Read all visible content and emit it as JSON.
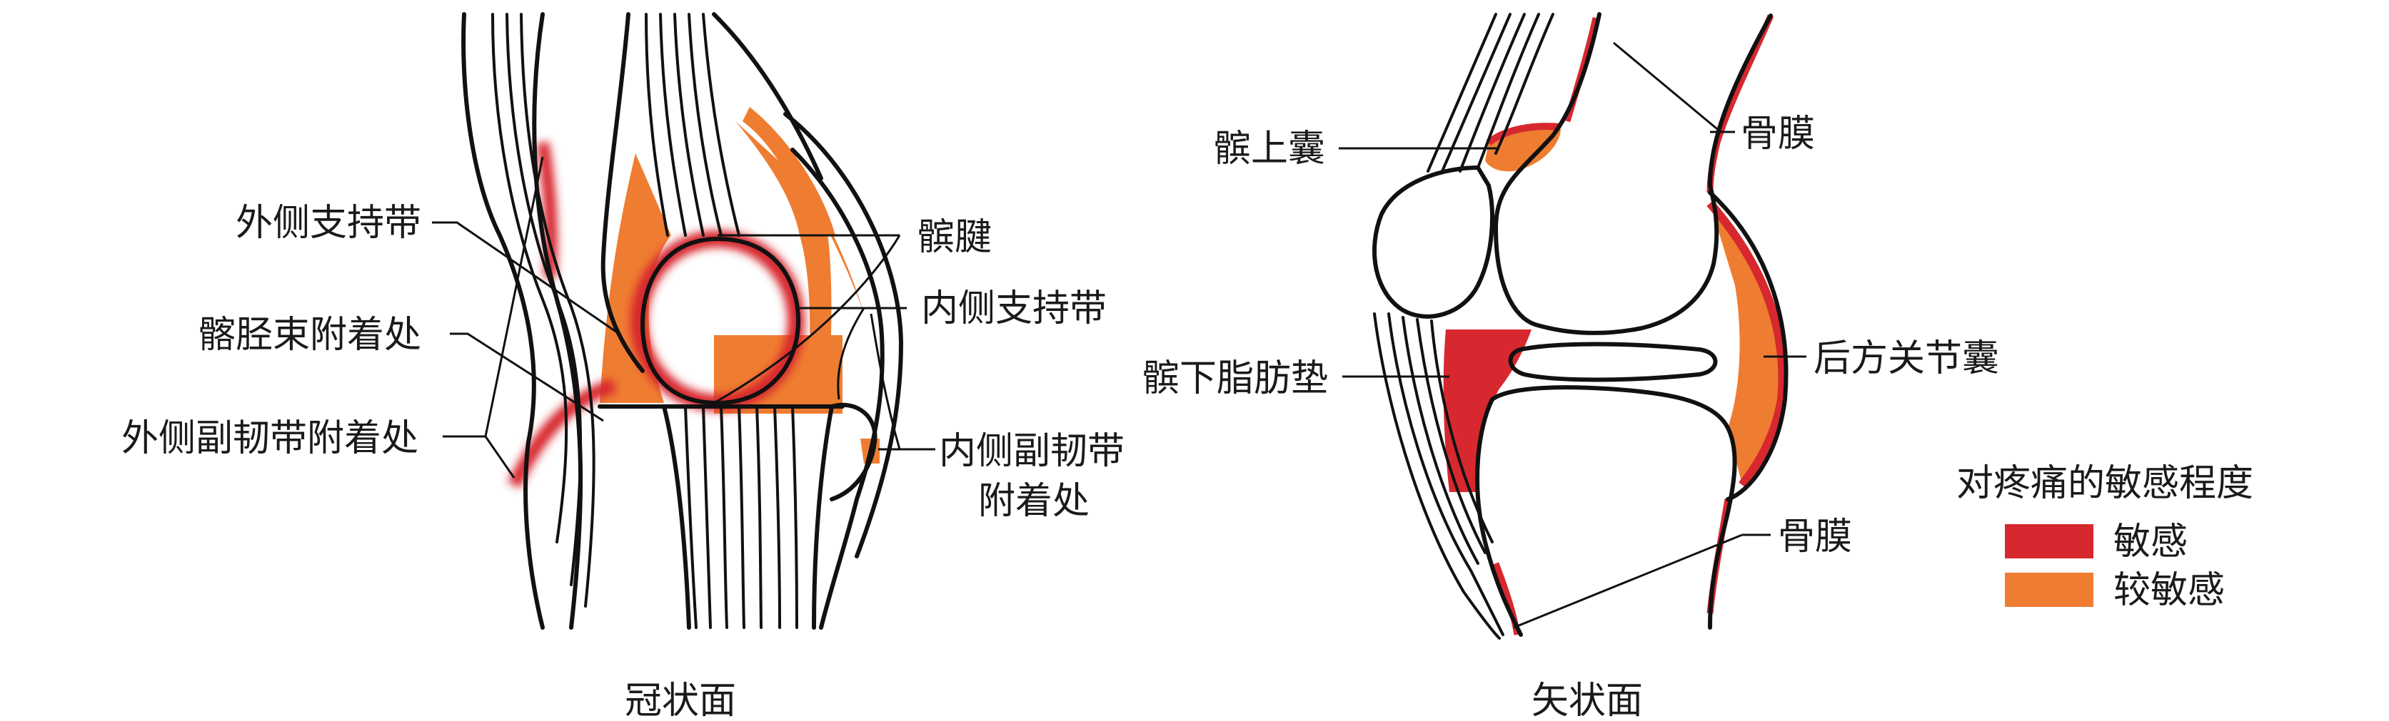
{
  "coronal": {
    "caption": "冠状面",
    "labels": {
      "lateral_retinaculum": "外侧支持带",
      "iliotibial_insertion": "髂胫束附着处",
      "lateral_collateral_insertion": "外侧副韧带附着处",
      "patellar_tendon": "髌腱",
      "medial_retinaculum": "内侧支持带",
      "medial_collateral_line1": "内侧副韧带",
      "medial_collateral_line2": "附着处"
    }
  },
  "sagittal": {
    "caption": "矢状面",
    "labels": {
      "suprapatellar_bursa": "髌上囊",
      "periosteum_top": "骨膜",
      "infrapatellar_fat_pad": "髌下脂肪垫",
      "posterior_capsule": "后方关节囊",
      "periosteum_bottom": "骨膜"
    }
  },
  "legend": {
    "title": "对疼痛的敏感程度",
    "items": [
      {
        "label": "敏感",
        "color": "#d7282f"
      },
      {
        "label": "较敏感",
        "color": "#ef7d31"
      }
    ]
  },
  "colors": {
    "sensitive": "#d7282f",
    "less_sensitive": "#ef7d31",
    "outline": "#111111"
  }
}
